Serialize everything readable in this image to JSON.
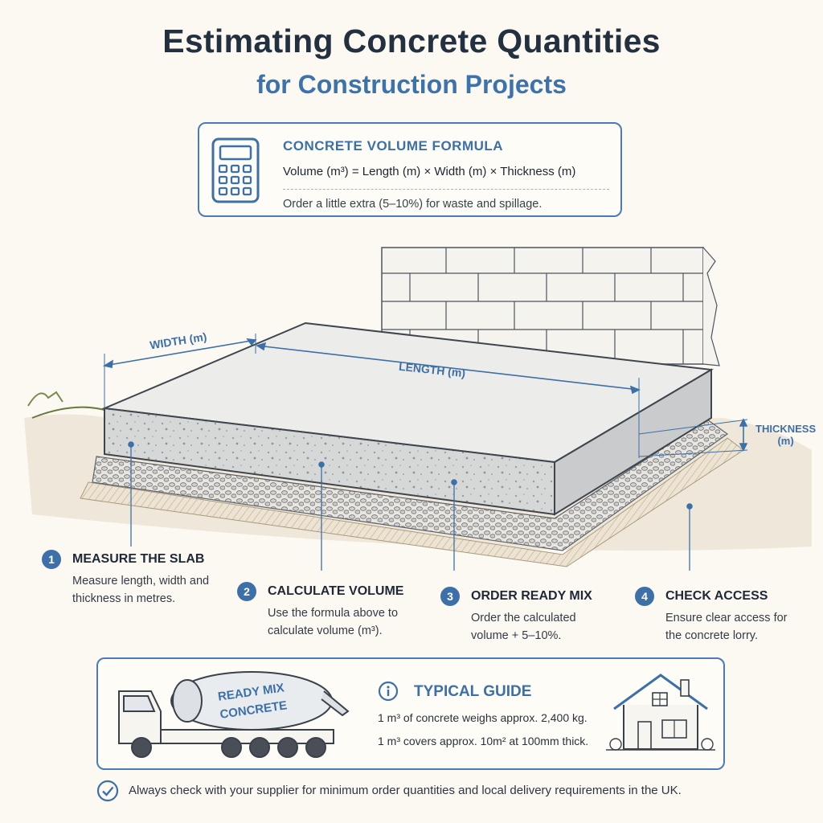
{
  "title": {
    "line1": "Estimating Concrete Quantities",
    "line2": "for Construction Projects"
  },
  "formula": {
    "heading": "CONCRETE VOLUME FORMULA",
    "equation": "Volume (m³) = Length (m) × Width (m) × Thickness (m)",
    "note": "Order a little extra (5–10%) for waste and spillage."
  },
  "dimensions": {
    "width": "WIDTH (m)",
    "length": "LENGTH (m)",
    "thickness_line1": "THICKNESS",
    "thickness_line2": "(m)"
  },
  "steps": [
    {
      "number": "1",
      "title": "MEASURE THE SLAB",
      "desc": "Measure length, width and thickness in metres."
    },
    {
      "number": "2",
      "title": "CALCULATE VOLUME",
      "desc": "Use the formula above to calculate volume (m³)."
    },
    {
      "number": "3",
      "title": "ORDER READY MIX",
      "desc": "Order the calculated volume + 5–10%."
    },
    {
      "number": "4",
      "title": "CHECK ACCESS",
      "desc": "Ensure clear access for the concrete lorry."
    }
  ],
  "truck": {
    "drum_line1": "READY MIX",
    "drum_line2": "CONCRETE"
  },
  "guide": {
    "title": "TYPICAL GUIDE",
    "line1": "1 m³ of concrete weighs approx. 2,400 kg.",
    "line2": "1 m³ covers approx. 10m² at 100mm thick."
  },
  "footer": "Always check with your supplier for minimum order quantities and local delivery requirements in the UK.",
  "colors": {
    "accent": "#3d6fa8",
    "background": "#fbf9f2",
    "text": "#23303f"
  },
  "icons": [
    "calculator-icon",
    "info-icon",
    "house-icon",
    "check-circle-icon",
    "truck-illustration"
  ]
}
